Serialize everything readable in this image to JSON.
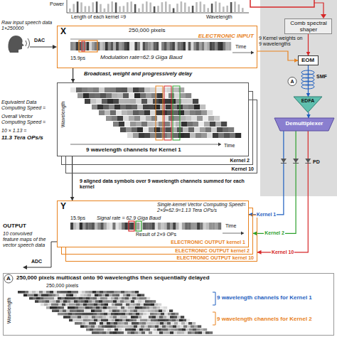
{
  "diagram": {
    "nodes": [
      {
        "text": [
          "Comb spectral shaper"
        ]
      },
      {
        "text": [
          "EOM"
        ]
      },
      {
        "text": [
          "EDFA"
        ]
      },
      {
        "text": [
          "Demultiplexer"
        ]
      },
      {
        "text": [
          "X",
          "250,000 pixels",
          "ELECTRONIC INPUT",
          "15.9ps",
          "Modulation rate=62.9 Giga Baud",
          "Time"
        ]
      },
      {
        "text": [
          "Wavelength",
          "Time",
          "9 wavelength channels for Kernel 1"
        ]
      },
      {
        "text": [
          "Kernel 2"
        ]
      },
      {
        "text": [
          "Kernel 10"
        ]
      },
      {
        "text": [
          "Y",
          "15.9ps",
          "Single-kernel Vector Computing Speed= 2×9×62.9=1.13 Tera OPs/s",
          "Signal rate = 62.9 Giga Baud",
          "Time",
          "Result of 2×9 OPs",
          "ELECTRONIC OUTPUT kernel 1"
        ]
      },
      {
        "text": [
          "ELECTRONIC OUTPUT kernel 2"
        ]
      },
      {
        "text": [
          "ELECTRONIC OUTPUT kernel 10"
        ]
      },
      {
        "text": [
          "A",
          "250,000 pixels multicast onto 90 wavelengths then sequentially delayed",
          "250,000 pixels",
          "Wavelength",
          "9 wavelength channels for Kernel 1",
          "9 wavelength channels for Kernel 2"
        ]
      }
    ],
    "edges": [
      {
        "from": 0,
        "to": 1,
        "arrow": "to"
      },
      {
        "from": 4,
        "to": 1,
        "arrow": "to"
      },
      {
        "from": 1,
        "to": 2,
        "arrow": "to"
      },
      {
        "from": 2,
        "to": 3,
        "arrow": "to"
      },
      {
        "from": 4,
        "to": 5,
        "arrow": "to"
      },
      {
        "from": 5,
        "to": 8,
        "arrow": "to"
      },
      {
        "from": 3,
        "to": 8,
        "arrow": "to",
        "label": "Kernel 1"
      },
      {
        "from": 3,
        "to": 9,
        "arrow": "to",
        "label": "Kernel 2"
      },
      {
        "from": 3,
        "to": 10,
        "arrow": "to",
        "label": "Kernel 10"
      }
    ],
    "labels": [
      "Power",
      "Length of each kernel =9",
      "Wavelength",
      "9 Kernel weights on 9 wavelengths",
      "SMF",
      "A",
      "PD",
      "Raw input speech data 1×250000",
      "DAC",
      "Broadcast, weight and progressively delay",
      "Equivalent Data Computing Speed =",
      "Overall Vector Computing Speed =",
      "10 × 1.13 =",
      "11.3 Tera OPs/s",
      "9 aligned data symbols over 9 wavelength channels summed for each kernel",
      "OUTPUT",
      "10 convolved feature maps of the vector speech data",
      "ADC"
    ]
  }
}
